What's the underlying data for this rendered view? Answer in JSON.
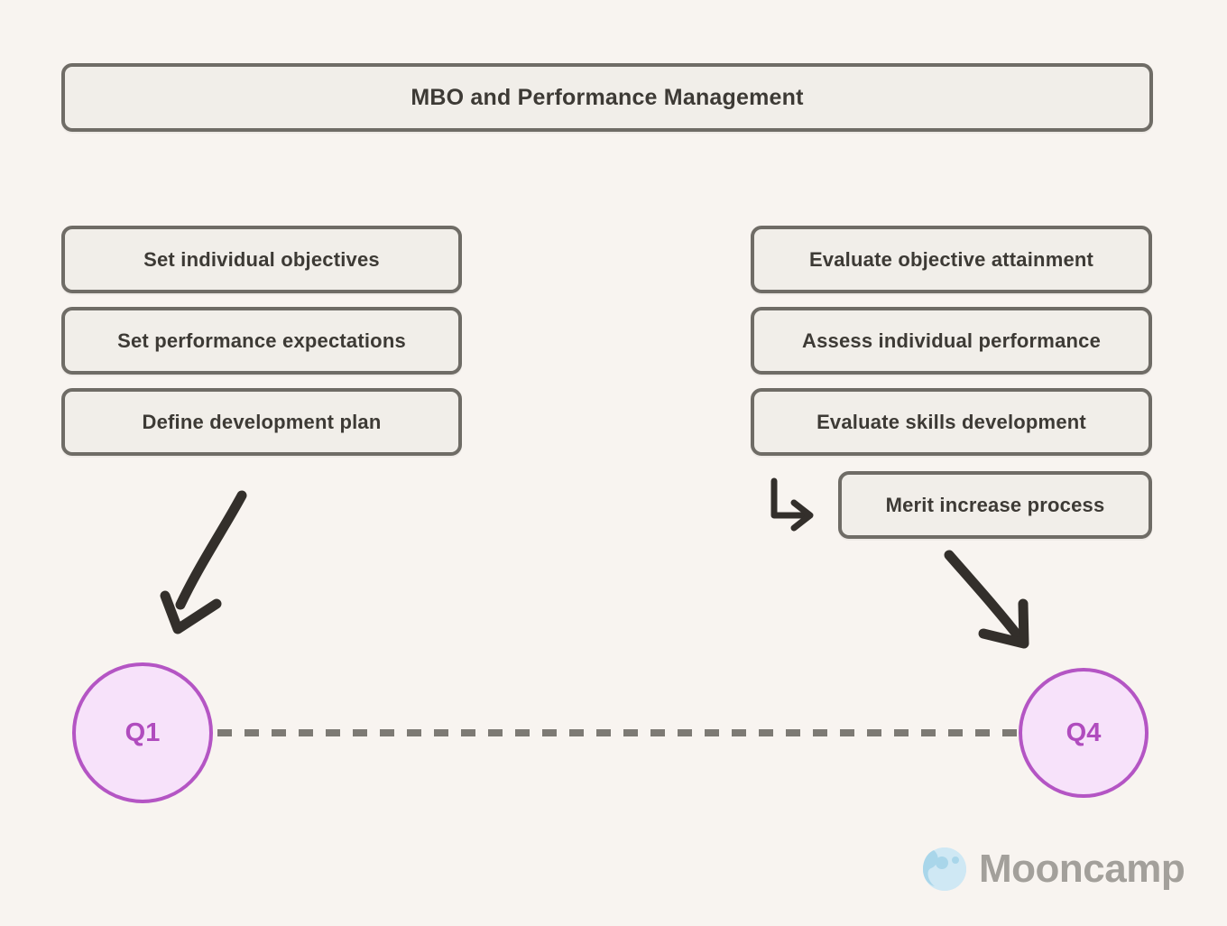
{
  "page": {
    "background_color": "#f8f4f0",
    "box_fill_color": "#f1eee9",
    "box_border_color": "#6f6c66",
    "text_color": "#3d3a35",
    "arrow_color": "#332f2b",
    "dash_color": "#7d7a74",
    "circle_fill_color": "#f7e2fa",
    "circle_border_color": "#b455c4",
    "circle_text_color": "#b04cbe",
    "logo_text_color": "#a3a09b",
    "logo_mark_color": "#addcee"
  },
  "title": {
    "label": "MBO and Performance Management"
  },
  "left_column": {
    "items": [
      {
        "label": "Set individual objectives"
      },
      {
        "label": "Set performance expectations"
      },
      {
        "label": "Define development plan"
      }
    ]
  },
  "right_column": {
    "items": [
      {
        "label": "Evaluate objective attainment"
      },
      {
        "label": "Assess individual performance"
      },
      {
        "label": "Evaluate skills development"
      }
    ],
    "sub_item": {
      "label": "Merit increase process"
    }
  },
  "timeline": {
    "start": {
      "label": "Q1"
    },
    "end": {
      "label": "Q4"
    },
    "connector_style": "dashed"
  },
  "arrows": {
    "left_curved": {
      "name": "arrow-left-to-q1"
    },
    "right_curved": {
      "name": "arrow-right-to-q4"
    },
    "elbow": {
      "name": "arrow-elbow-to-merit"
    }
  },
  "logo": {
    "wordmark": "Mooncamp",
    "mark": "moon-icon"
  }
}
